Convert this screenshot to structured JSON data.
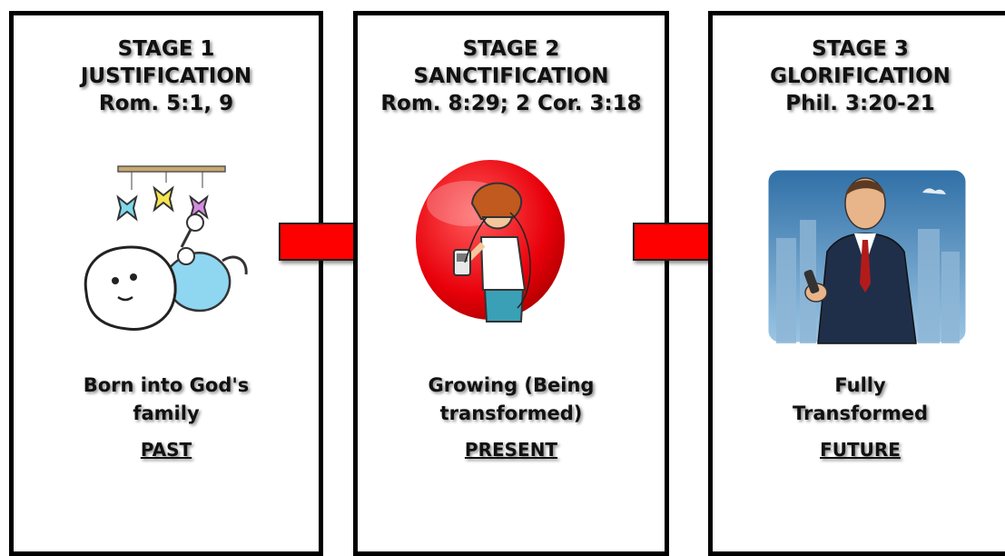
{
  "stages": [
    {
      "stage": "STAGE 1",
      "name": "JUSTIFICATION",
      "reference": "Rom. 5:1, 9",
      "caption_line1": "Born into God's",
      "caption_line2": "family",
      "time": "PAST",
      "illustration_icon": "baby-icon"
    },
    {
      "stage": "STAGE 2",
      "name": "SANCTIFICATION",
      "reference": "Rom. 8:29; 2 Cor. 3:18",
      "caption_line1": "Growing (Being",
      "caption_line2": "transformed)",
      "time": "PRESENT",
      "illustration_icon": "teen-with-music-player-icon"
    },
    {
      "stage": "STAGE 3",
      "name": "GLORIFICATION",
      "reference": "Phil. 3:20-21",
      "caption_line1": "Fully",
      "caption_line2": "Transformed",
      "time": "FUTURE",
      "illustration_icon": "businessman-icon"
    }
  ],
  "colors": {
    "arrow": "#ff0000",
    "panel_border": "#000000"
  }
}
